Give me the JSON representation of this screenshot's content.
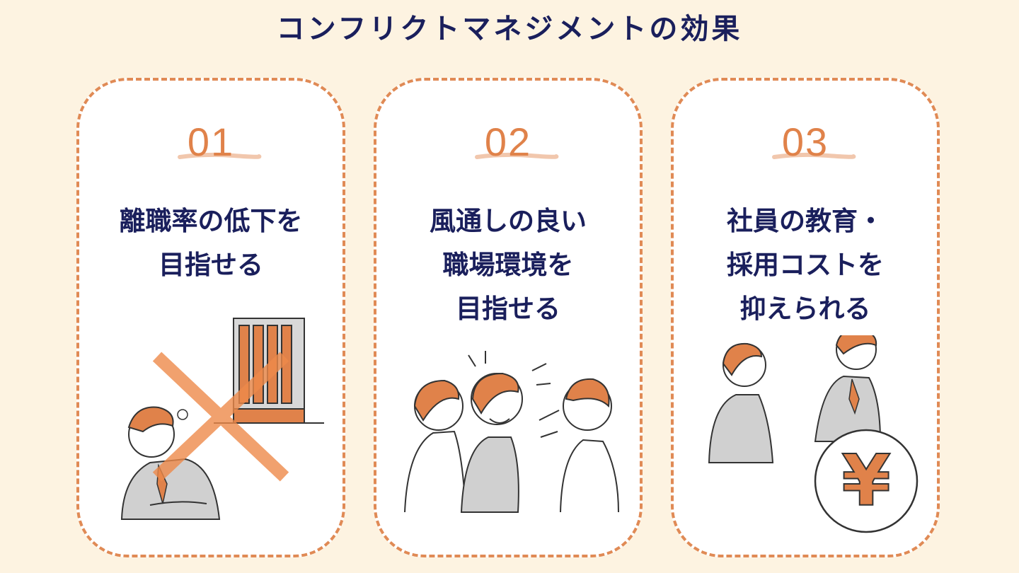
{
  "page": {
    "title": "コンフリクトマネジメントの効果"
  },
  "cards": [
    {
      "number": "01",
      "heading_lines": [
        "離職率の低下を",
        "目指せる"
      ]
    },
    {
      "number": "02",
      "heading_lines": [
        "風通しの良い",
        "職場環境を",
        "目指せる"
      ]
    },
    {
      "number": "03",
      "heading_lines": [
        "社員の教育・",
        "採用コストを",
        "抑えられる"
      ]
    }
  ],
  "illustrations": {
    "card1": "resigning-worker-with-cross",
    "card2": "people-chatting",
    "card3": "coworkers-with-yen-coin"
  },
  "yen_symbol": "¥",
  "colors": {
    "background": "#fdf3e1",
    "accent_orange": "#e0824a",
    "title_navy": "#1a1f5c",
    "card_bg": "#ffffff",
    "gray": "#c8c8c8"
  }
}
